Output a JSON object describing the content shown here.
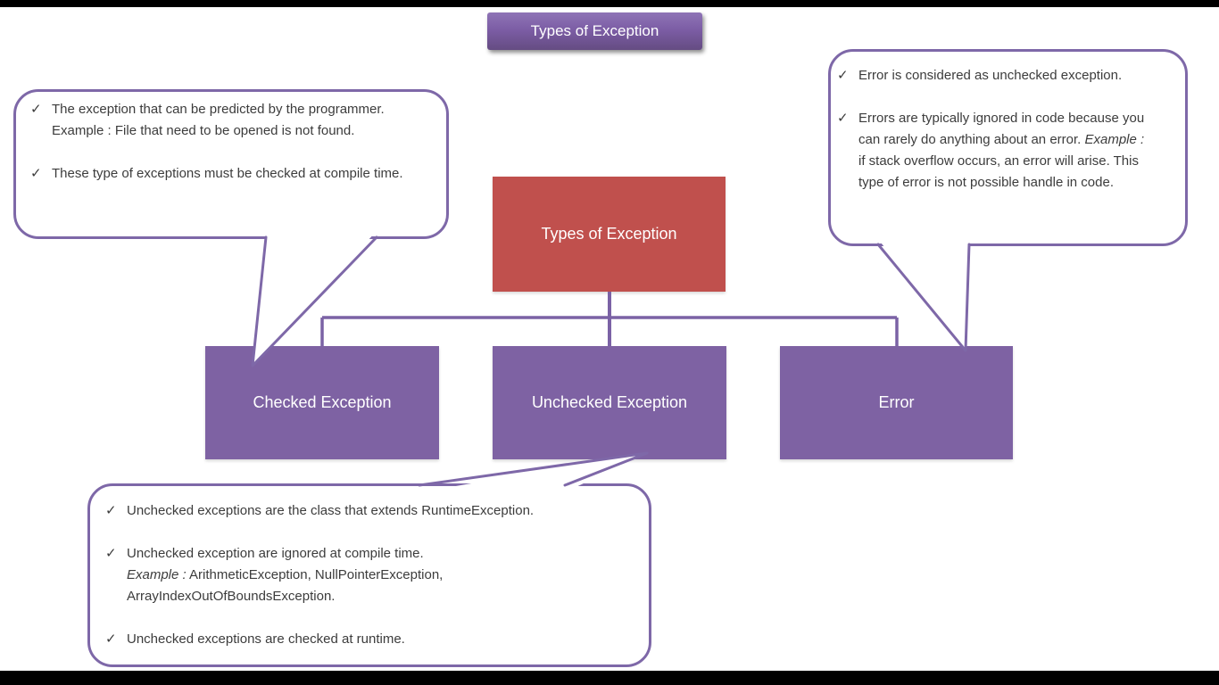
{
  "banner": {
    "title": "Types of Exception"
  },
  "icons": {
    "checkmark": "✓"
  },
  "diagram": {
    "type": "hierarchy",
    "root": {
      "label": "Types of Exception"
    },
    "children": [
      {
        "label": "Checked Exception"
      },
      {
        "label": "Unchecked Exception"
      },
      {
        "label": "Error"
      }
    ]
  },
  "callouts": {
    "checked": {
      "points_to": "Checked Exception",
      "bullets": [
        {
          "text": "The exception that can be predicted by the programmer. Example : File that need to be opened is not found."
        },
        {
          "text": "These type of exceptions must be checked at compile time."
        }
      ]
    },
    "error": {
      "points_to": "Error",
      "bullets": [
        {
          "text": "Error is considered as unchecked exception."
        },
        {
          "pre": "Errors are typically ignored in code because you can rarely do anything about an error. ",
          "em": "Example :",
          "post": " if stack overflow occurs, an error will arise. This type of error is not possible handle in code."
        }
      ]
    },
    "unchecked": {
      "points_to": "Unchecked Exception",
      "bullets": [
        {
          "text": "Unchecked exceptions are the class that extends RuntimeException."
        },
        {
          "line1": "Unchecked exception are ignored at compile time.",
          "em": "Example :",
          "post": " ArithmeticException, NullPointerException, ArrayIndexOutOfBoundsException."
        },
        {
          "text": "Unchecked exceptions are checked at runtime."
        }
      ]
    }
  },
  "colors": {
    "root_node": "#C0504D",
    "child_node": "#7E62A3",
    "connector": "#7B62A5",
    "callout_border": "#7E68A8",
    "banner_top": "#8F74B6",
    "banner_bottom": "#654C82",
    "text": "#3C3C3C",
    "frame_bars": "#000000"
  }
}
